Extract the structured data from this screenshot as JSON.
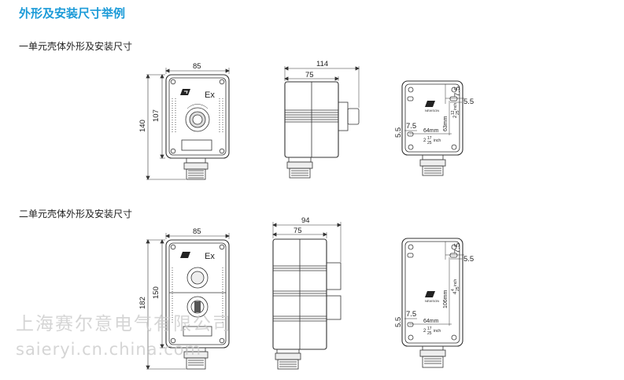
{
  "header": {
    "title": "外形及安装尺寸举例",
    "section1": "一单元壳体外形及安装尺寸",
    "section2": "二单元壳体外形及安装尺寸"
  },
  "unit1": {
    "front_width": "85",
    "front_height_outer": "140",
    "front_height_inner": "107",
    "ex_mark": "Ex",
    "side_total": "114",
    "side_body": "75",
    "back_top": "7.5",
    "back_right": "5.5",
    "back_left_h": "7.5",
    "back_left_v": "5.5",
    "back_64": "64mm",
    "back_inch_whole": "2",
    "back_inch_frac_top": "17",
    "back_inch_frac_bot": "25",
    "back_inch_word": "inch",
    "back_vert_mm": "63mm",
    "back_vert_whole": "2",
    "back_vert_top": "12",
    "back_vert_bot": "25",
    "back_vert_inch": "inch"
  },
  "unit2": {
    "front_width": "85",
    "front_height_outer": "182",
    "front_height_inner": "150",
    "ex_mark": "Ex",
    "side_total": "94",
    "side_body": "75",
    "back_top": "7.5",
    "back_right": "5.5",
    "back_left_h": "7.5",
    "back_left_v": "5.5",
    "back_64": "64mm",
    "back_inch_whole": "2",
    "back_inch_frac_top": "17",
    "back_inch_frac_bot": "25",
    "back_inch_word": "inch",
    "back_vert_mm": "106mm",
    "back_vert_whole": "4",
    "back_vert_top": "4",
    "back_vert_bot": "25",
    "back_vert_inch": "inch"
  },
  "watermark": {
    "company": "上海赛尔意电气有限公司",
    "site": "saieryi.cn.china.com"
  }
}
